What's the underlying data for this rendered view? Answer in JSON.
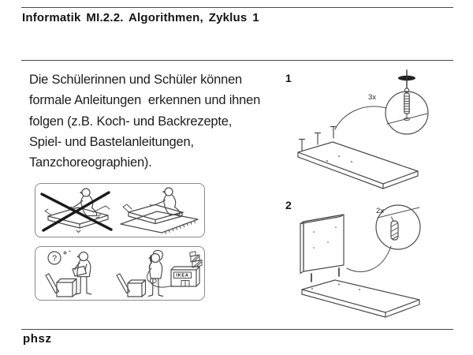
{
  "slide": {
    "title": "Informatik MI.2.2. Algorithmen, Zyklus 1",
    "body_lines": [
      "Die Schülerinnen und Schüler können",
      "formale Anleitungen  erkennen und ihnen",
      "folgen (z.B. Koch- und Backrezepte,",
      "Spiel- und Bastelanleitungen,",
      "Tanzchoreographien)."
    ],
    "footer_logo": "phsz"
  },
  "assembly_steps": [
    {
      "number": "1",
      "quantity": "3x"
    },
    {
      "number": "2",
      "quantity": "2x"
    }
  ],
  "icons": {
    "panel1": [
      "no-assembly-on-hard-floor-icon",
      "assemble-on-carpet-icon"
    ],
    "panel2": [
      "confused-person-icon",
      "call-ikea-store-icon"
    ]
  },
  "labels": {
    "question_mark": "?",
    "store_sign": "IKEA"
  },
  "colors": {
    "background": "#ffffff",
    "text": "#1c1c1c",
    "line_art": "#4d4d4d",
    "cross": "#1a1a1a",
    "panel_border": "#8a8a8a"
  }
}
